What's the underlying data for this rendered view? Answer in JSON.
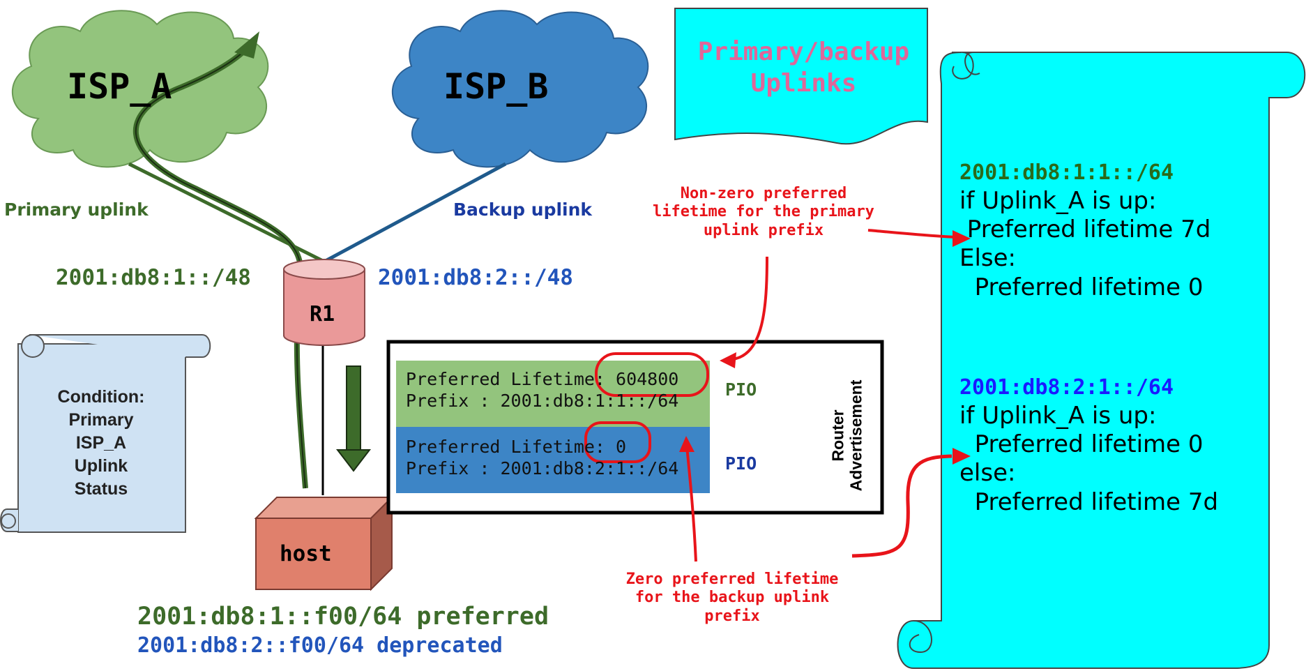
{
  "title": {
    "line1": "Primary/backup",
    "line2": "Uplinks"
  },
  "clouds": {
    "isp_a": "ISP_A",
    "isp_b": "ISP_B"
  },
  "uplinks": {
    "primary_label": "Primary uplink",
    "backup_label": "Backup uplink",
    "primary_prefix": "2001:db8:1::/48",
    "backup_prefix": "2001:db8:2::/48"
  },
  "router": {
    "label": "R1"
  },
  "host": {
    "label": "host",
    "addr_preferred": "2001:db8:1::f00/64 preferred",
    "addr_deprecated": "2001:db8:2::f00/64 deprecated"
  },
  "condition_scroll": {
    "lines": [
      "Condition:",
      "Primary",
      "ISP_A",
      "Uplink",
      "Status"
    ]
  },
  "router_advertisement": {
    "label_line1": "Router",
    "label_line2": "Advertisement",
    "pio_primary": {
      "line1": "Preferred Lifetime: 604800",
      "line2": "Prefix : 2001:db8:1:1::/64",
      "tag": "PIO"
    },
    "pio_backup": {
      "line1": "Preferred Lifetime: 0",
      "line2": "Prefix : 2001:db8:2:1::/64",
      "tag": "PIO"
    }
  },
  "annotations": {
    "nonzero": [
      "Non-zero preferred",
      "lifetime for the primary",
      "uplink prefix"
    ],
    "zero": [
      "Zero preferred lifetime",
      "for the backup uplink",
      "prefix"
    ]
  },
  "policy_scroll": {
    "prefix_a": "2001:db8:1:1::/64",
    "a_lines": [
      "if Uplink_A is up:",
      " Preferred lifetime 7d",
      "Else:",
      "  Preferred lifetime 0"
    ],
    "prefix_b": "2001:db8:2:1::/64",
    "b_lines": [
      "if Uplink_A is up:",
      "  Preferred lifetime 0",
      "else:",
      "  Preferred lifetime 7d"
    ]
  },
  "colors": {
    "cloud_a": "#93c47d",
    "cloud_b": "#3d85c6",
    "cyan": "#00ffff",
    "pio_green": "#93c47d",
    "pio_blue": "#3d85c6",
    "router": "#ea9999",
    "host": "#e06666",
    "condition_scroll": "#cfe2f3",
    "title_text": "#e06699",
    "annotation_red": "#e8141a"
  }
}
